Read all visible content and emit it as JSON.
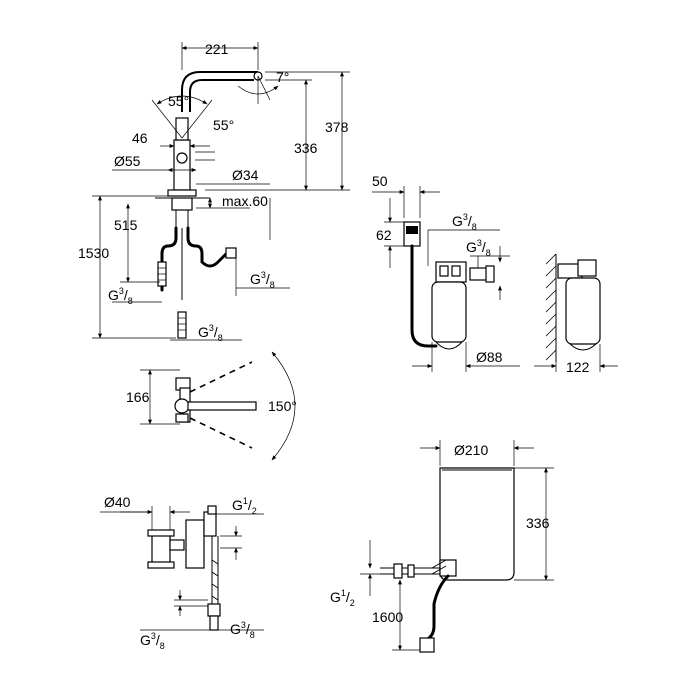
{
  "faucet_top": {
    "dim_221": "221",
    "angle_7": "7°",
    "angle_55_a": "55°",
    "angle_55_b": "55°",
    "dim_378": "378",
    "dim_336": "336",
    "dim_46": "46",
    "dia_55": "Ø55",
    "dia_34": "Ø34",
    "max_60": "max.60",
    "dim_1530": "1530",
    "dim_515": "515",
    "g_left": "G",
    "g_left_sup": "3",
    "g_left_sub": "8",
    "g_right": "G",
    "g_right_sup": "3",
    "g_right_sub": "8",
    "g_bottom": "G",
    "g_bottom_sup": "3",
    "g_bottom_sub": "8"
  },
  "faucet_swivel": {
    "dim_166": "166",
    "angle_150": "150°"
  },
  "filter": {
    "dim_50": "50",
    "dim_62": "62",
    "g_top": "G",
    "g_top_sup": "3",
    "g_top_sub": "8",
    "g_mid": "G",
    "g_mid_sup": "3",
    "g_mid_sub": "8",
    "dia_88": "Ø88",
    "dim_122": "122"
  },
  "valve": {
    "dia_40": "Ø40",
    "g_half": "G",
    "g_half_sup": "1",
    "g_half_sub": "2",
    "g_l": "G",
    "g_l_sup": "3",
    "g_l_sub": "8",
    "g_r": "G",
    "g_r_sup": "3",
    "g_r_sub": "8"
  },
  "boiler": {
    "dia_210": "Ø210",
    "dim_336": "336",
    "g_half": "G",
    "g_half_sup": "1",
    "g_half_sub": "2",
    "dim_1600": "1600"
  }
}
